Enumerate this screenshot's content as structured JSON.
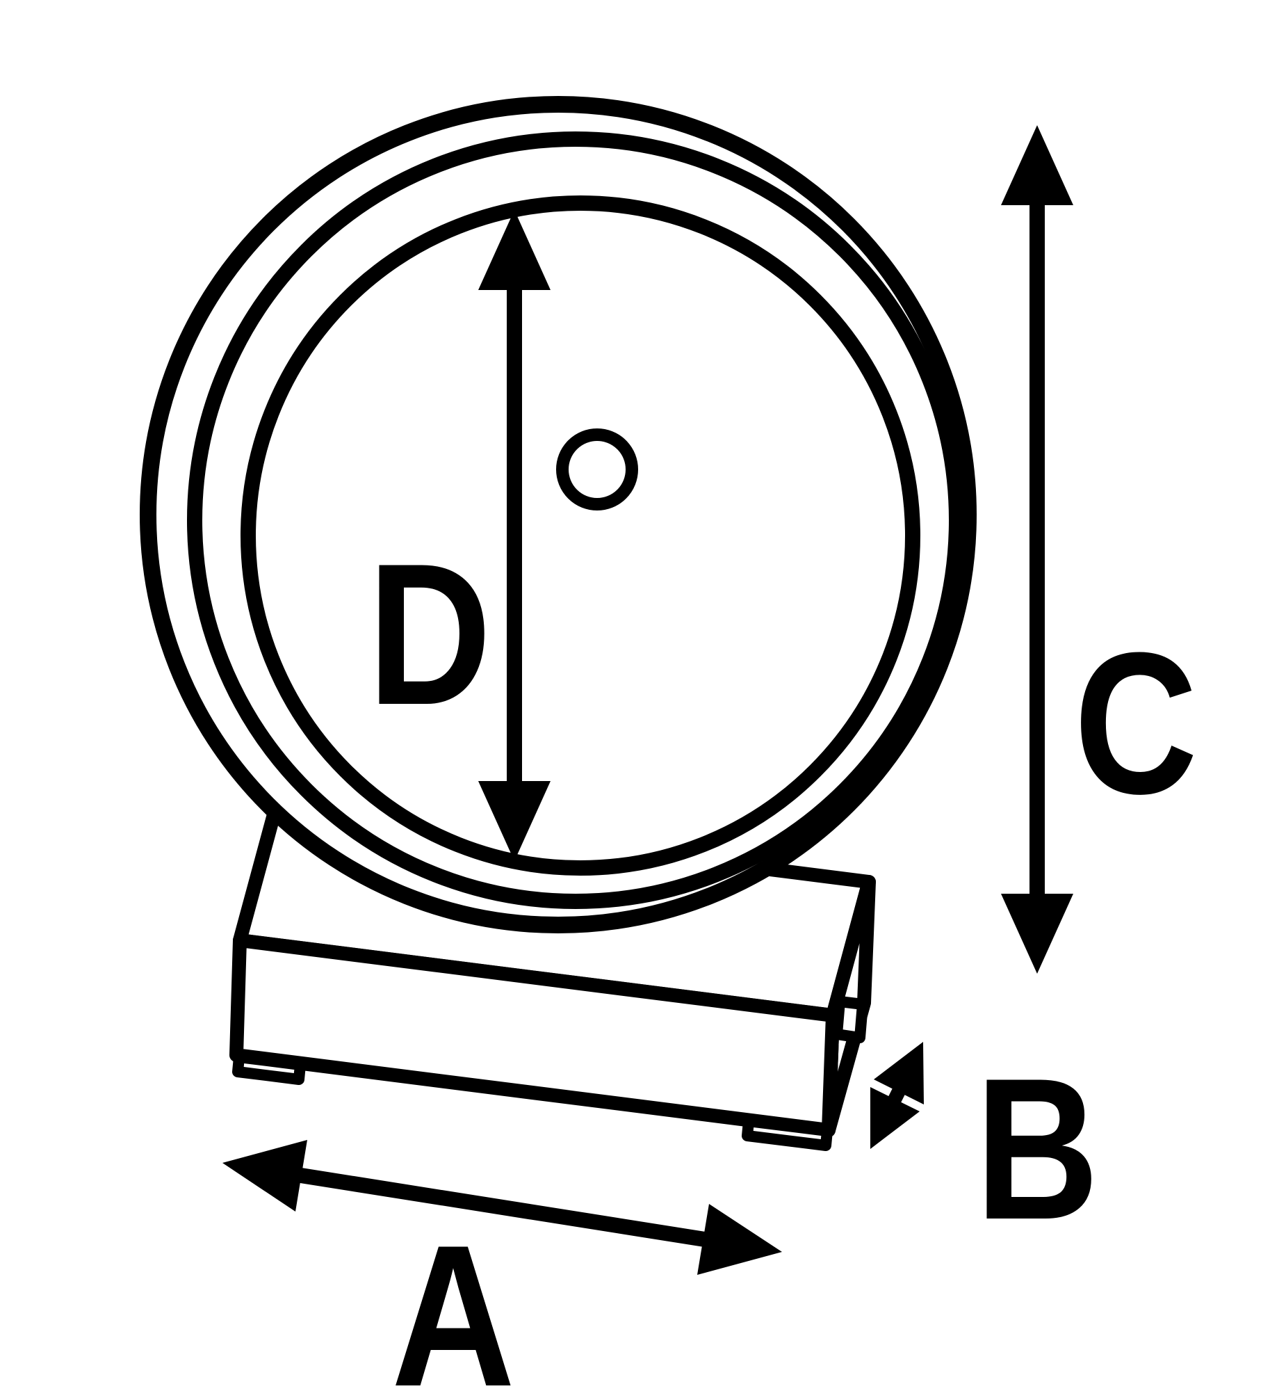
{
  "figure": {
    "colors": {
      "background": "#ffffff",
      "line": "#000000"
    },
    "labels": {
      "a": "A",
      "b": "B",
      "c": "C",
      "d": "D"
    }
  }
}
